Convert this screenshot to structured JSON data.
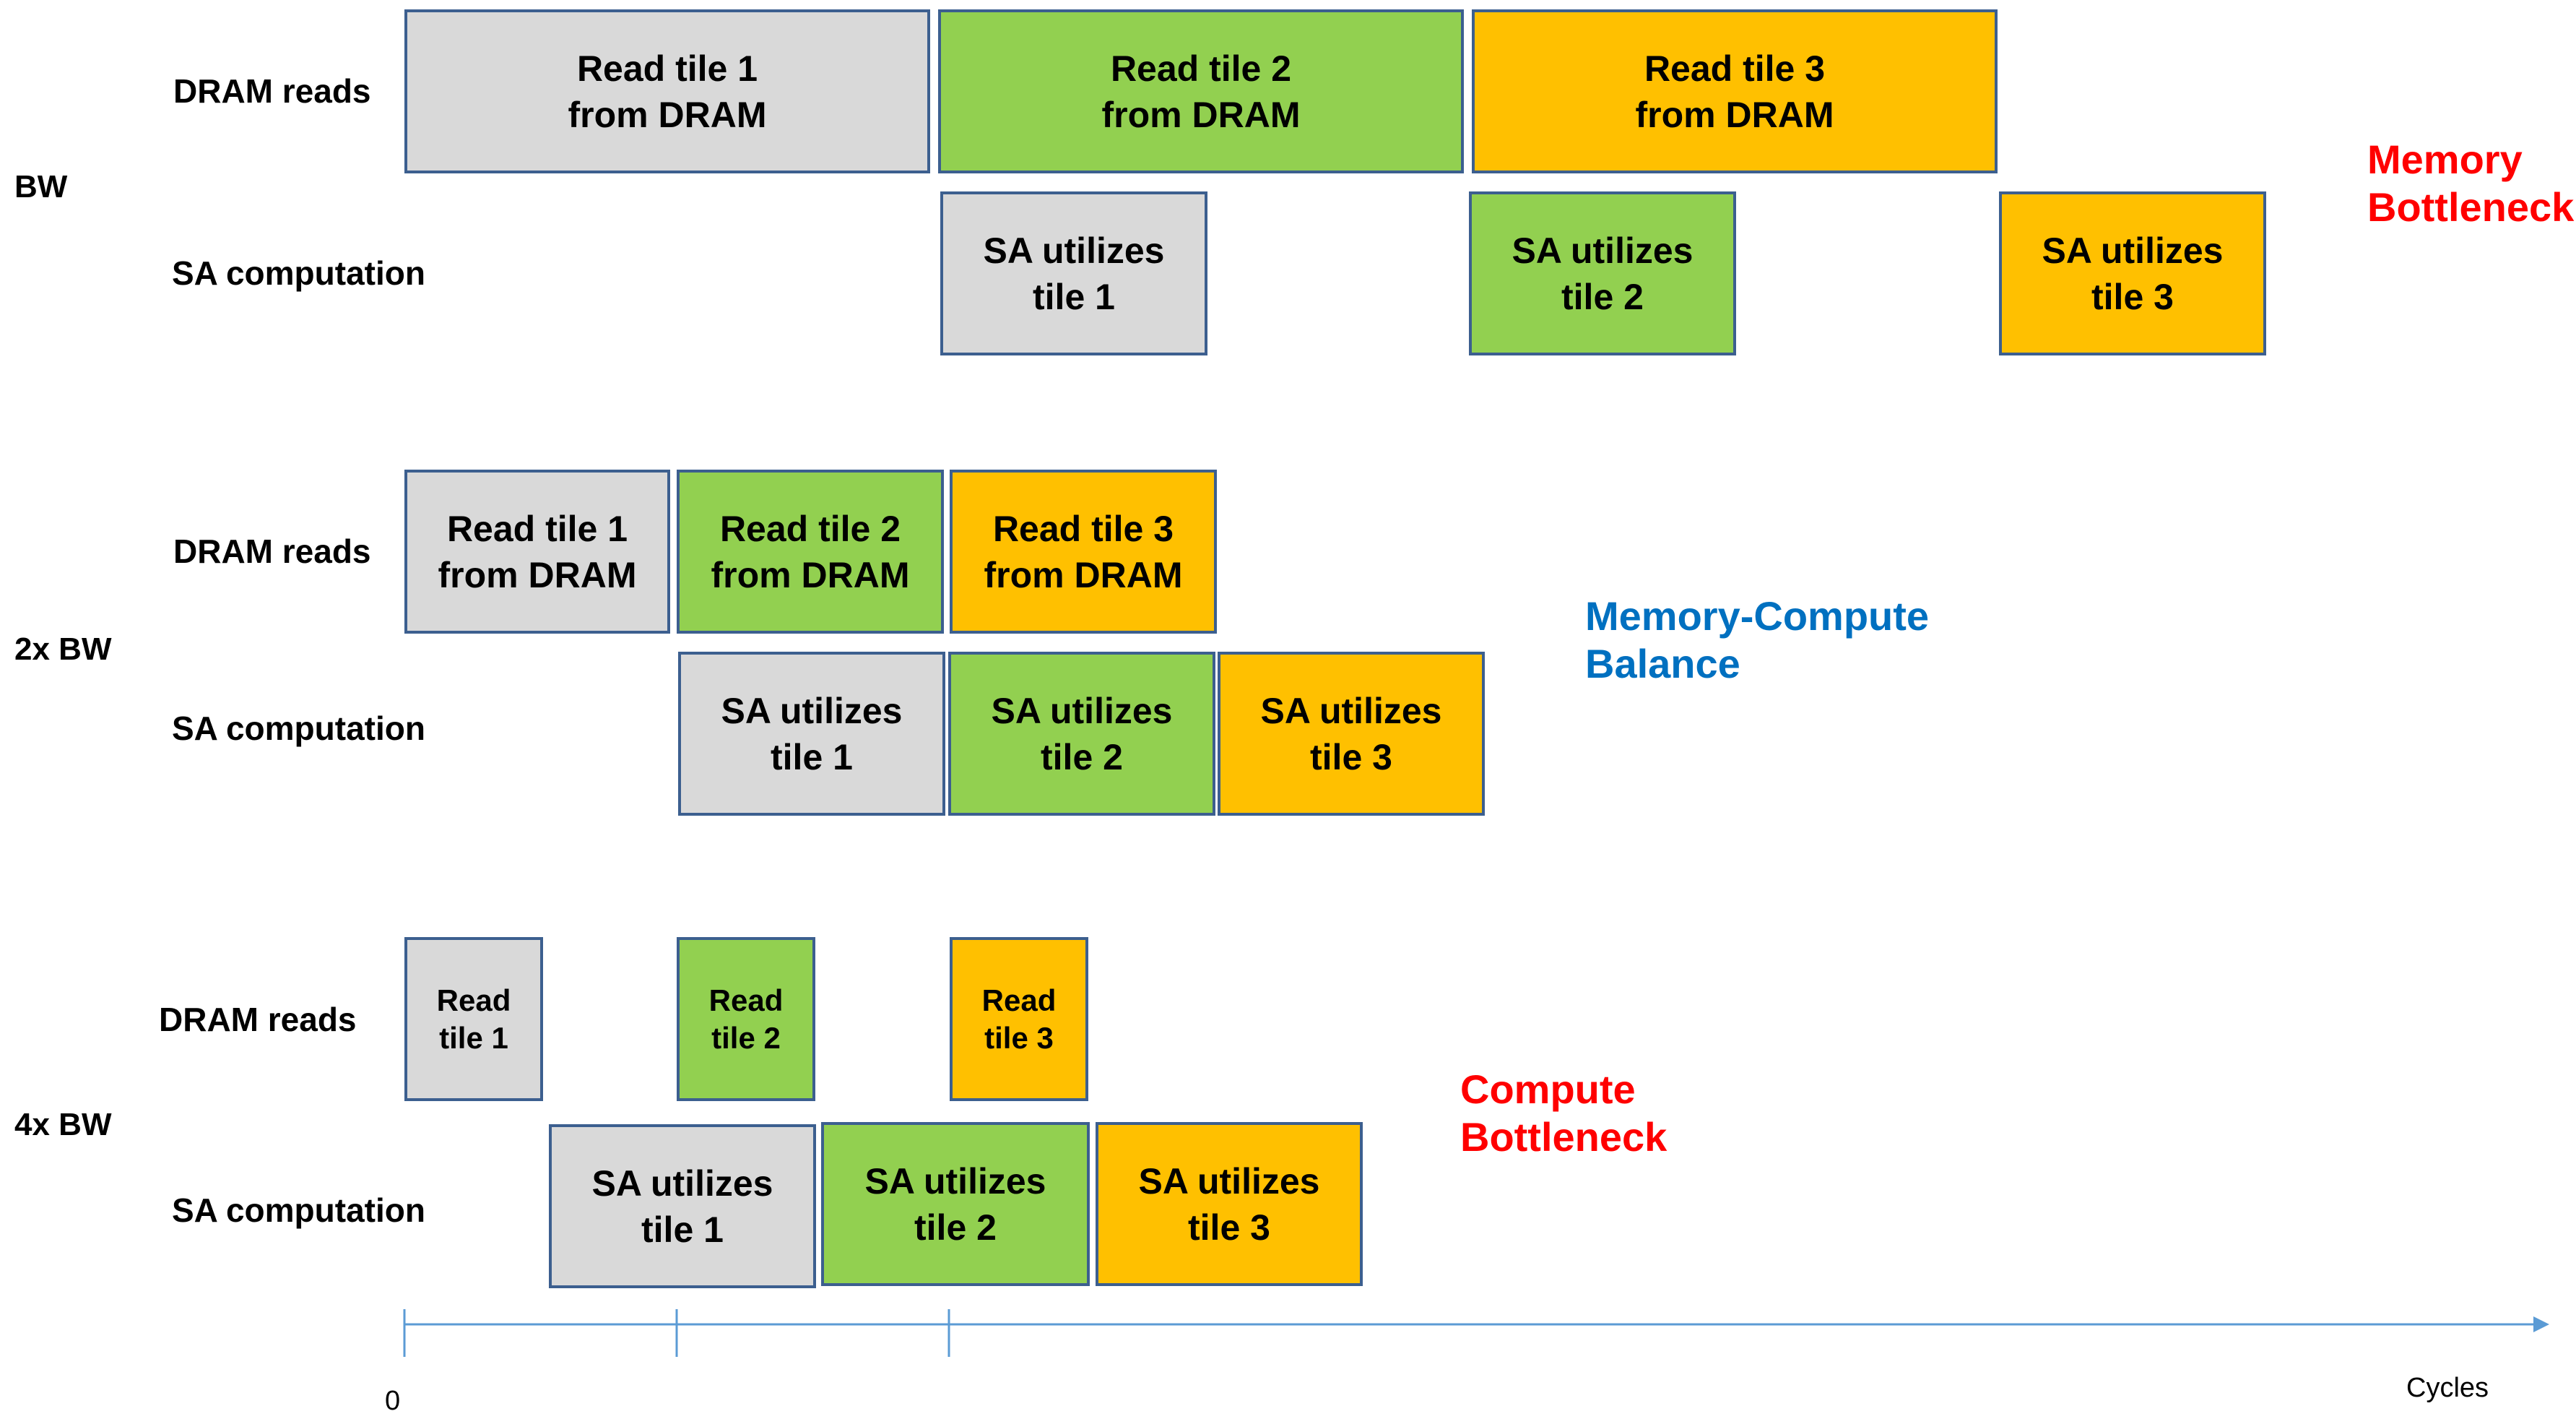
{
  "sections": [
    {
      "bw_label": "BW",
      "dram_label": "DRAM reads",
      "sa_label": "SA computation",
      "note": [
        "Memory",
        "Bottleneck"
      ],
      "dram_boxes": [
        {
          "lines": [
            "Read tile 1",
            "from DRAM"
          ]
        },
        {
          "lines": [
            "Read tile 2",
            "from DRAM"
          ]
        },
        {
          "lines": [
            "Read tile 3",
            "from DRAM"
          ]
        }
      ],
      "sa_boxes": [
        {
          "lines": [
            "SA utilizes",
            "tile 1"
          ]
        },
        {
          "lines": [
            "SA utilizes",
            "tile 2"
          ]
        },
        {
          "lines": [
            "SA utilizes",
            "tile 3"
          ]
        }
      ]
    },
    {
      "bw_label": "2x BW",
      "dram_label": "DRAM reads",
      "sa_label": "SA computation",
      "note": [
        "Memory-Compute",
        "Balance"
      ],
      "dram_boxes": [
        {
          "lines": [
            "Read tile 1",
            "from DRAM"
          ]
        },
        {
          "lines": [
            "Read tile 2",
            "from DRAM"
          ]
        },
        {
          "lines": [
            "Read tile 3",
            "from DRAM"
          ]
        }
      ],
      "sa_boxes": [
        {
          "lines": [
            "SA utilizes",
            "tile 1"
          ]
        },
        {
          "lines": [
            "SA utilizes",
            "tile 2"
          ]
        },
        {
          "lines": [
            "SA utilizes",
            "tile 3"
          ]
        }
      ]
    },
    {
      "bw_label": "4x BW",
      "dram_label": "DRAM reads",
      "sa_label": "SA computation",
      "note": [
        "Compute",
        "Bottleneck"
      ],
      "dram_boxes": [
        {
          "lines": [
            "Read",
            "tile 1"
          ]
        },
        {
          "lines": [
            "Read",
            "tile 2"
          ]
        },
        {
          "lines": [
            "Read",
            "tile 3"
          ]
        }
      ],
      "sa_boxes": [
        {
          "lines": [
            "SA utilizes",
            "tile 1"
          ]
        },
        {
          "lines": [
            "SA utilizes",
            "tile 2"
          ]
        },
        {
          "lines": [
            "SA utilizes",
            "tile 3"
          ]
        }
      ]
    }
  ],
  "axis": {
    "origin_label": "0",
    "label": "Cycles"
  },
  "colors": {
    "tile1": "#d9d9d9",
    "tile2": "#92d050",
    "tile3": "#ffc000",
    "bottleneck_note": "#ff0000",
    "balance_note": "#0070c0",
    "box_border": "#3c5f8f",
    "axis": "#5b9bd5"
  }
}
